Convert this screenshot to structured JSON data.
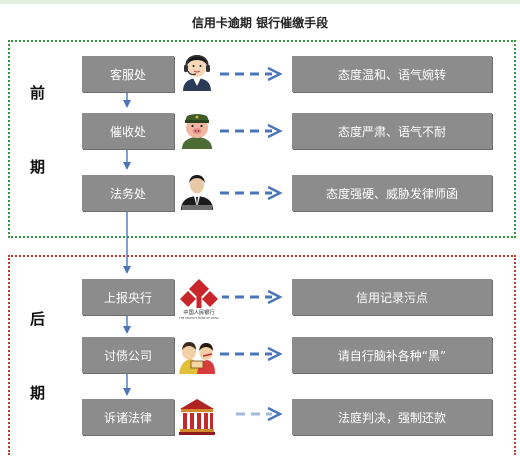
{
  "title": "信用卡逾期 银行催缴手段",
  "phases": {
    "early": {
      "char1": "前",
      "char2": "期"
    },
    "late": {
      "char1": "后",
      "char2": "期"
    }
  },
  "early_steps": [
    {
      "label": "客服处",
      "desc": "态度温和、语气婉转",
      "icon": "headset-agent-icon"
    },
    {
      "label": "催收处",
      "desc": "态度严肃、语气不耐",
      "icon": "collector-officer-icon"
    },
    {
      "label": "法务处",
      "desc": "态度强硬、威胁发律师函",
      "icon": "lawyer-icon"
    }
  ],
  "late_steps": [
    {
      "label": "上报央行",
      "desc": "信用记录污点",
      "icon": "central-bank-logo-icon",
      "logo_text": "中国人民银行",
      "logo_subtext": "THE PEOPLE'S BANK OF CHINA"
    },
    {
      "label": "讨债公司",
      "desc": "请自行脑补各种“黑”",
      "icon": "debt-collectors-icon"
    },
    {
      "label": "诉诸法律",
      "desc": "法庭判决，强制还款",
      "icon": "courthouse-icon"
    }
  ],
  "colors": {
    "box": "#8c8c8c",
    "arrow": "#4a76b8",
    "early_border": "#2e9a3e",
    "late_border": "#c0392b"
  }
}
